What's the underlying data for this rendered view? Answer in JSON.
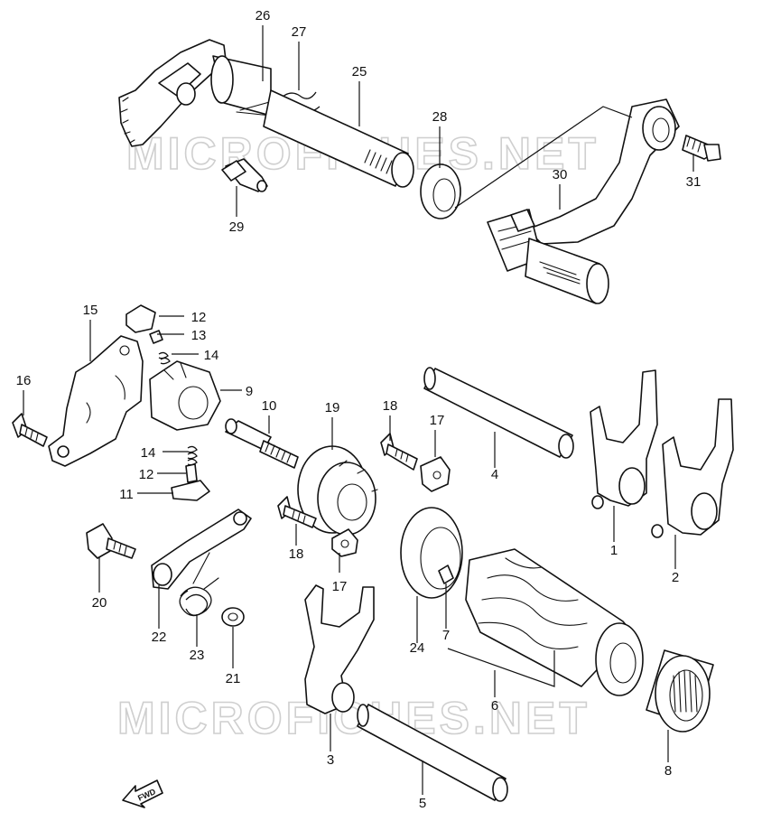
{
  "watermark": {
    "text": "MICROFICHES.NET"
  },
  "fwd_badge": {
    "label": "FWD"
  },
  "callouts": {
    "c1": "1",
    "c2": "2",
    "c3": "3",
    "c4": "4",
    "c5": "5",
    "c6": "6",
    "c7": "7",
    "c8": "8",
    "c9": "9",
    "c10": "10",
    "c11": "11",
    "c12a": "12",
    "c12b": "12",
    "c13": "13",
    "c14a": "14",
    "c14b": "14",
    "c15": "15",
    "c16": "16",
    "c17a": "17",
    "c17b": "17",
    "c18a": "18",
    "c18b": "18",
    "c19": "19",
    "c20": "20",
    "c21": "21",
    "c22": "22",
    "c23": "23",
    "c24": "24",
    "c25": "25",
    "c26": "26",
    "c27": "27",
    "c28": "28",
    "c29": "29",
    "c30": "30",
    "c31": "31"
  }
}
